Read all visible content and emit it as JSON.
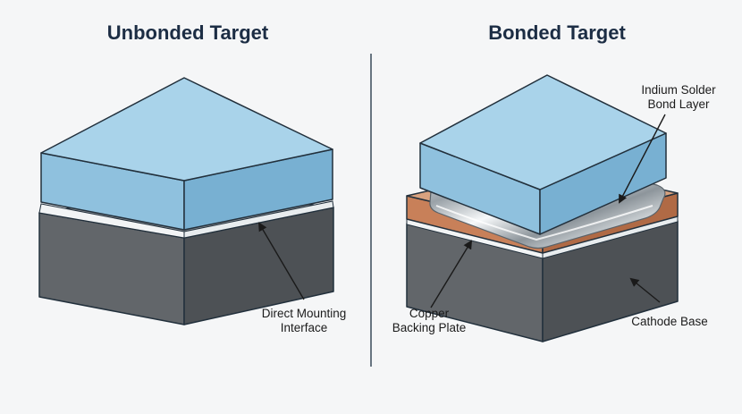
{
  "titles": {
    "left": "Unbonded Target",
    "right": "Bonded Target"
  },
  "labels": {
    "direct_mounting": [
      "Direct Mounting",
      "Interface"
    ],
    "indium": [
      "Indium Solder",
      "Bond Layer"
    ],
    "copper": [
      "Copper",
      "Backing Plate"
    ],
    "cathode": "Cathode Base"
  },
  "colors": {
    "target_top": "#a9d3ea",
    "target_left": "#8fc1de",
    "target_right": "#78b0d2",
    "base_top": "#8a8e92",
    "base_left": "#62666a",
    "base_right": "#4d5155",
    "copper_top": "#d8a27f",
    "copper_left": "#c88059",
    "copper_right": "#b06a45",
    "outline": "#22303c",
    "divider": "#3a4a5a",
    "title": "#1c2d44"
  }
}
